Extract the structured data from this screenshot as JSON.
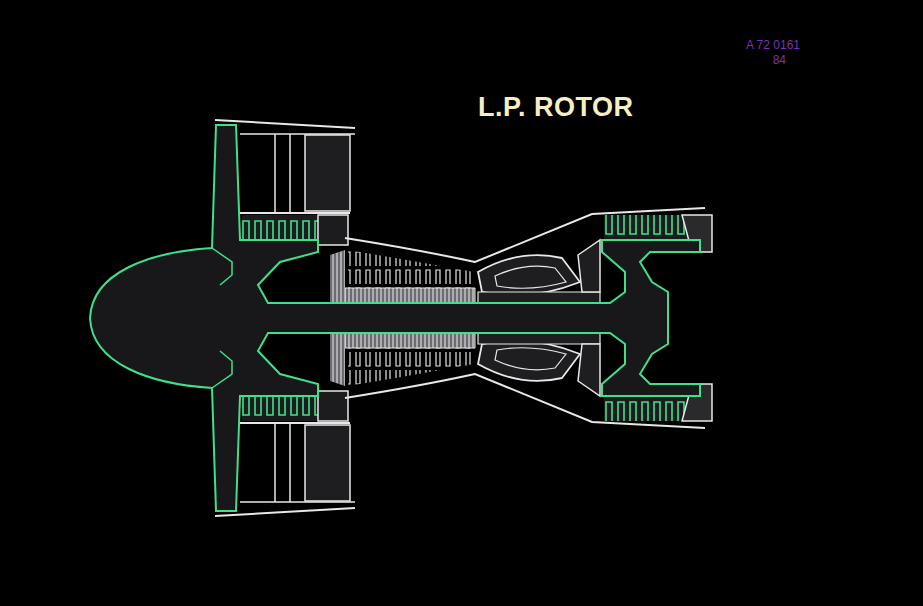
{
  "diagram": {
    "title": "L.P. ROTOR",
    "labels": [
      "A 72 0161",
      "84"
    ]
  }
}
